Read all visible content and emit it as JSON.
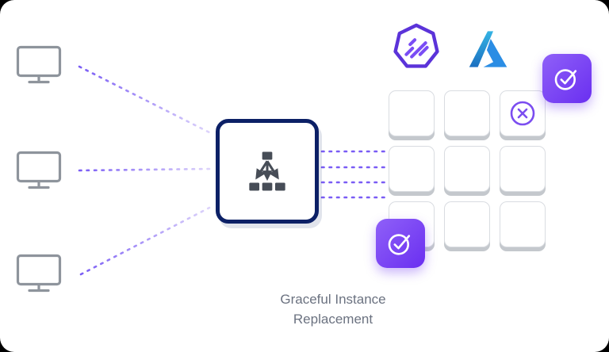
{
  "caption": "Graceful Instance Replacement",
  "diagram": {
    "clients_count": 3,
    "instance_grid": {
      "rows": 3,
      "cols": 3
    },
    "terminating_instance": {
      "row": 1,
      "col": 3,
      "marker": "x-circle"
    },
    "replacement_badges_count": 2
  },
  "colors": {
    "accent_purple": "#7a5cf5",
    "badge_gradient_start": "#8f60f8",
    "badge_gradient_end": "#6a2ff0",
    "navy_border": "#0c2066",
    "icon_dark": "#474d57",
    "monitor_gray": "#8e949c",
    "caption_gray": "#6b7280",
    "azure_blue": "#2b8de4",
    "heptagon_purple": "#5b33d9"
  },
  "icons": {
    "client": "monitor-icon",
    "center": "load-balancer-icon",
    "logo_left": "spot-heptagon-logo",
    "logo_right": "azure-logo",
    "success": "check-badge-icon",
    "terminating": "x-circle-icon"
  }
}
